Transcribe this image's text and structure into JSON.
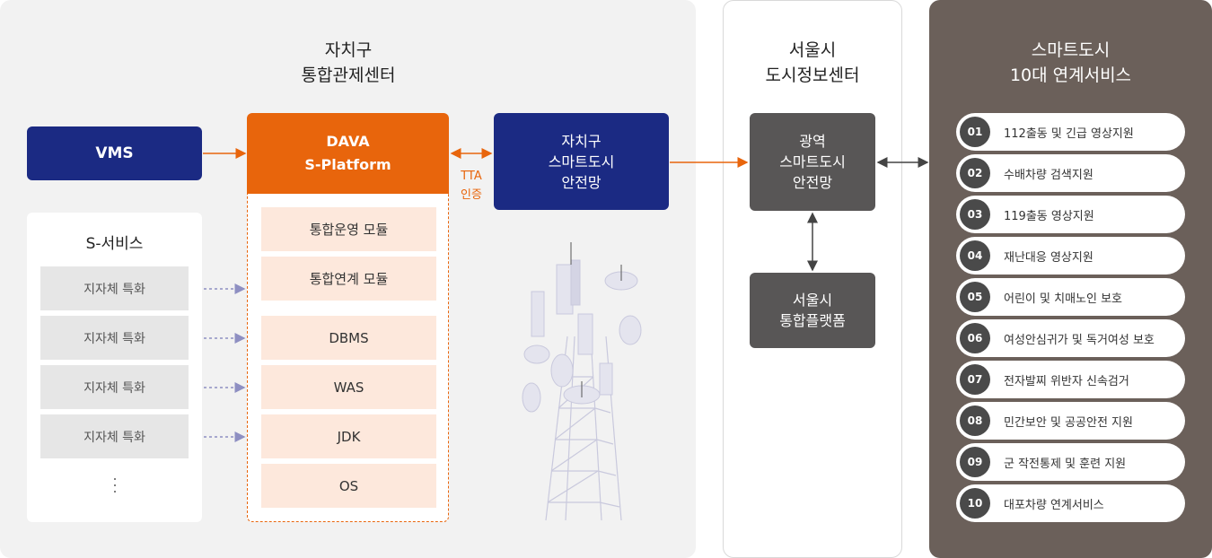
{
  "gu_panel": {
    "title": "자치구\n통합관제센터",
    "vms": "VMS",
    "dava": "DAVA\nS-Platform",
    "modules": [
      "통합운영 모듈",
      "통합연계 모듈",
      "DBMS",
      "WAS",
      "JDK",
      "OS"
    ],
    "tta": "TTA\n인증",
    "gu_network": "자치구\n스마트도시\n안전망",
    "s_service": {
      "title": "S-서비스",
      "items": [
        "지자체 특화",
        "지자체 특화",
        "지자체 특화",
        "지자체 특화"
      ]
    }
  },
  "seoul_panel": {
    "title": "서울시\n도시정보센터",
    "wide_network": "광역\n스마트도시\n안전망",
    "platform": "서울시\n통합플랫폼"
  },
  "service_panel": {
    "title": "스마트도시\n10대 연계서비스",
    "items": [
      {
        "num": "01",
        "label": "112출동 및 긴급 영상지원"
      },
      {
        "num": "02",
        "label": "수배차량 검색지원"
      },
      {
        "num": "03",
        "label": "119출동 영상지원"
      },
      {
        "num": "04",
        "label": "재난대응 영상지원"
      },
      {
        "num": "05",
        "label": "어린이 및 치매노인 보호"
      },
      {
        "num": "06",
        "label": "여성안심귀가 및 독거여성 보호"
      },
      {
        "num": "07",
        "label": "전자발찌 위반자 신속검거"
      },
      {
        "num": "08",
        "label": "민간보안 및 공공안전 지원"
      },
      {
        "num": "09",
        "label": "군 작전통제 및 훈련 지원"
      },
      {
        "num": "10",
        "label": "대포차량 연계서비스"
      }
    ]
  },
  "colors": {
    "accent_orange": "#e8650c",
    "navy": "#1b2a83",
    "dark_gray": "#585656",
    "service_bg": "#6b605a"
  },
  "icons": [
    "telecom-tower-illustration"
  ]
}
